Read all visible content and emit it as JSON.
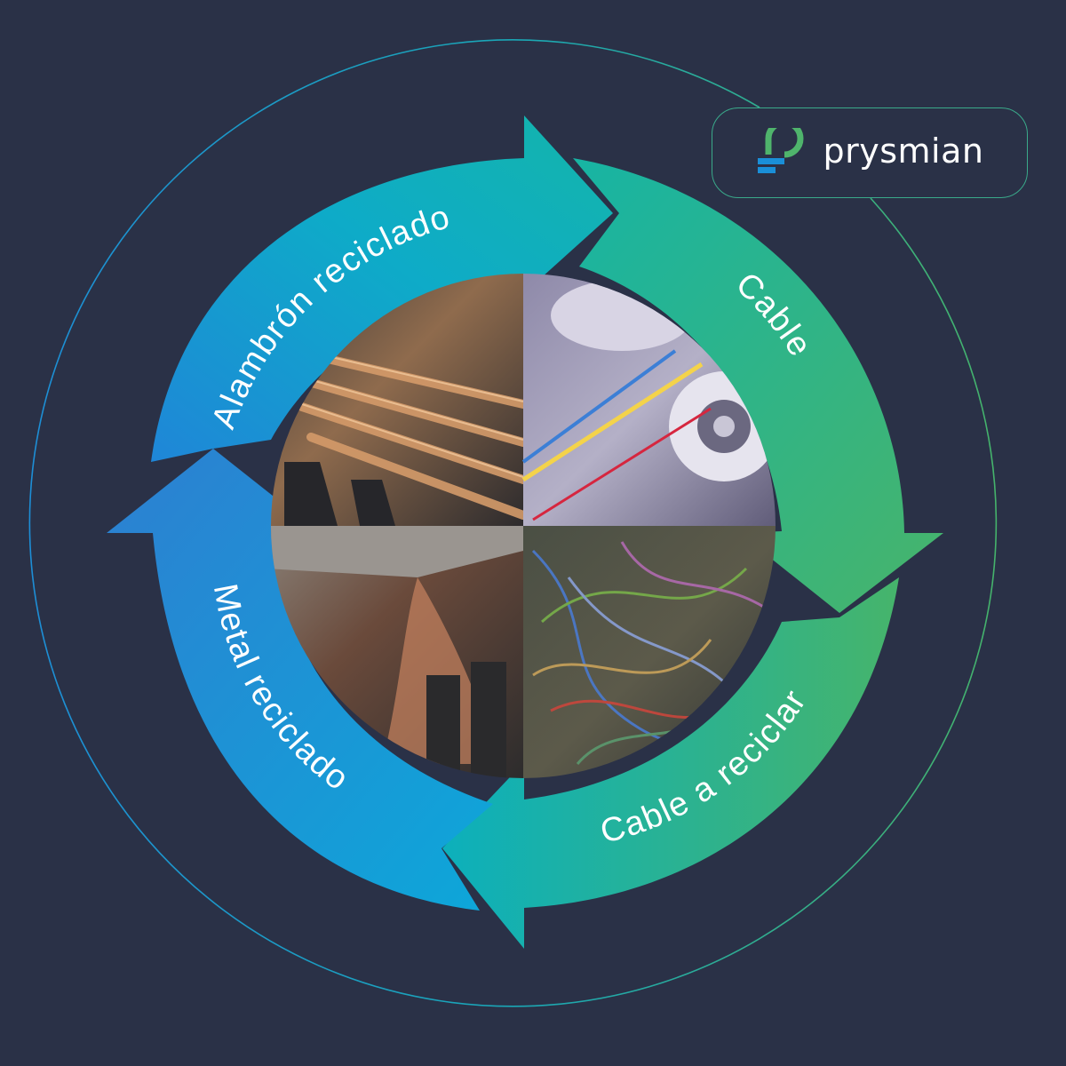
{
  "brand": {
    "name": "prysmian"
  },
  "cycle": {
    "stages": [
      {
        "label": "Alambrón reciclado",
        "photo": "copper-wire-strands-photo"
      },
      {
        "label": "Cable",
        "photo": "cable-manufacturing-photo"
      },
      {
        "label": "Cable a reciclar",
        "photo": "tangled-scrap-cables-photo"
      },
      {
        "label": "Metal reciclado",
        "photo": "copper-granules-photo"
      }
    ]
  },
  "colors": {
    "background": "#2a3147",
    "blue": "#0f9ee0",
    "teal": "#11b3b7",
    "green": "#47b36a",
    "logo_green": "#4fb46c",
    "logo_blue": "#1a8fd8"
  }
}
